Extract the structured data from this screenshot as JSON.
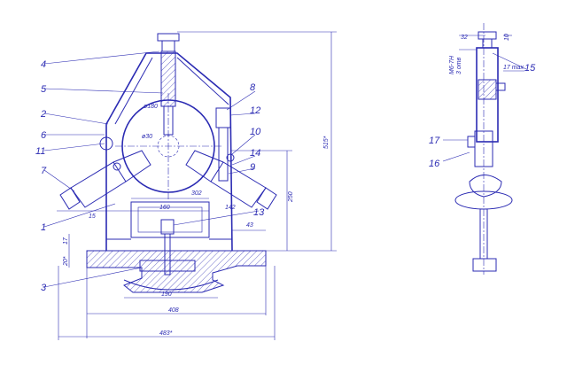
{
  "callouts": {
    "c1": "1",
    "c2": "2",
    "c3": "3",
    "c4": "4",
    "c5": "5",
    "c6": "6",
    "c7": "7",
    "c8": "8",
    "c9": "9",
    "c10": "10",
    "c11": "11",
    "c12": "12",
    "c13": "13",
    "c14": "14",
    "c15": "15",
    "c16": "16",
    "c17": "17"
  },
  "dimensions": {
    "d180": "ø180",
    "d30": "ø30",
    "d302": "302",
    "d160": "160",
    "d142": "142",
    "d15": "15",
    "d43": "43",
    "d250": "250",
    "d515": "515*",
    "d17": "17",
    "d20": "20*",
    "d190": "190",
    "d408": "408",
    "d483": "483*",
    "d32": "32",
    "d10": "10",
    "dM6": "M6-7H",
    "d3otv": "3 отв",
    "d17max": "17 max"
  },
  "colors": {
    "line": "#2b2bb3",
    "background": "#ffffff"
  }
}
